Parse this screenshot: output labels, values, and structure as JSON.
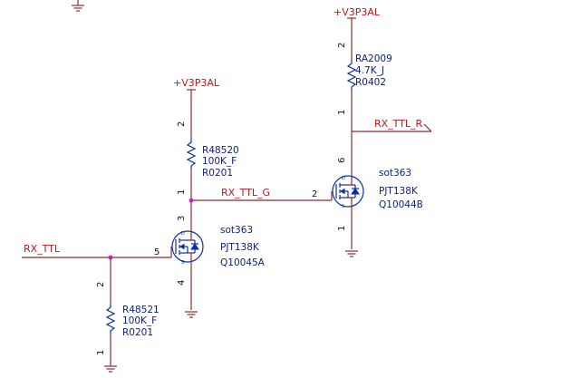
{
  "power": {
    "left": "+V3P3AL",
    "right": "+V3P3AL"
  },
  "nets": {
    "rx_ttl": "RX_TTL",
    "rx_ttl_g": "RX_TTL_G",
    "rx_ttl_r": "RX_TTL_R"
  },
  "resistors": {
    "r48520": {
      "ref": "R48520",
      "value": "100K_F",
      "pkg": "R0201",
      "pin_top": "2",
      "pin_bottom": "1"
    },
    "ra2009": {
      "ref": "RA2009",
      "value": "4.7K_J",
      "pkg": "R0402",
      "pin_top": "2",
      "pin_bottom": "1"
    },
    "r48521": {
      "ref": "R48521",
      "value": "100K_F",
      "pkg": "R0201",
      "pin_top": "2",
      "pin_bottom": "1"
    }
  },
  "transistors": {
    "q10045a": {
      "pkg": "sot363",
      "part": "PJT138K",
      "ref": "Q10045A",
      "pin_drain": "3",
      "pin_source": "4",
      "pin_gate": "5",
      "lbl_d": "D",
      "lbl_s": "S"
    },
    "q10044b": {
      "pkg": "sot363",
      "part": "PJT138K",
      "ref": "Q10044B",
      "pin_drain": "6",
      "pin_source": "1",
      "pin_gate": "2",
      "lbl_d": "D",
      "lbl_s": "S"
    }
  }
}
